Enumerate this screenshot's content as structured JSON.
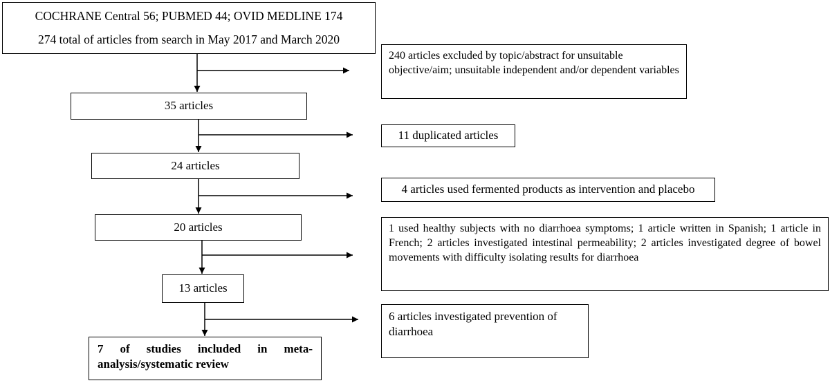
{
  "flow": {
    "search": {
      "databases": "COCHRANE Central 56; PUBMED 44; OVID MEDLINE 174",
      "total": "274 total of articles from search in May 2017 and March 2020"
    },
    "steps": [
      {
        "count_label": "35 articles",
        "exclusion": "240 articles excluded by topic/abstract for unsuitable objective/aim; unsuitable independent and/or dependent variables"
      },
      {
        "count_label": "24 articles",
        "exclusion": "11 duplicated articles"
      },
      {
        "count_label": "20 articles",
        "exclusion": "4 articles used fermented products as intervention and placebo"
      },
      {
        "count_label": "13 articles",
        "exclusion": "1 used healthy subjects with no diarrhoea symptoms; 1 article written in Spanish; 1 article in French; 2 articles investigated intestinal permeability; 2 articles investigated degree of bowel movements with difficulty isolating results for diarrhoea"
      }
    ],
    "final_exclusion": "6 articles investigated prevention of diarrhoea",
    "final": "7 of studies included in meta-analysis/systematic review"
  }
}
